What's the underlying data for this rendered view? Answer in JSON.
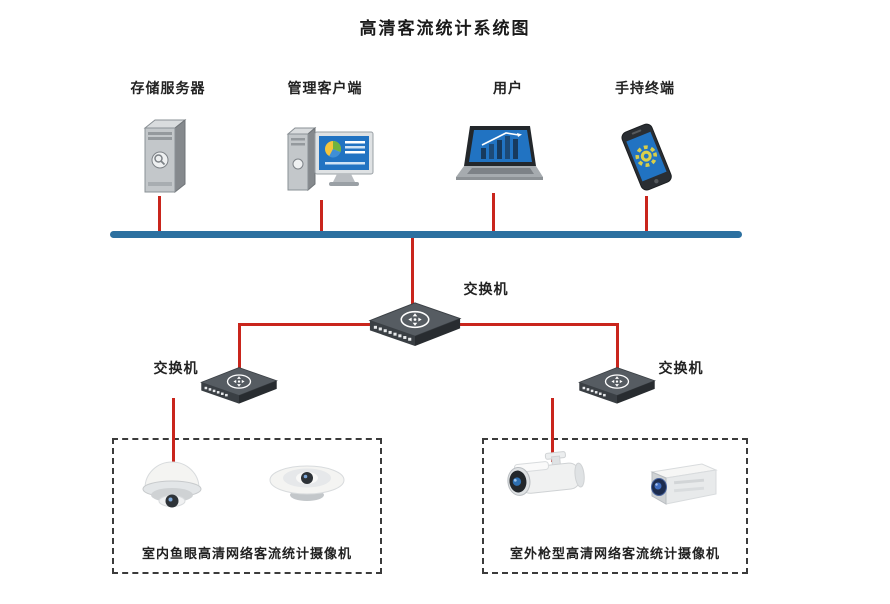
{
  "title": "高清客流统计系统图",
  "top_devices": [
    {
      "id": "storage-server",
      "label": "存储服务器",
      "icon": "server-tower-icon"
    },
    {
      "id": "management-client",
      "label": "管理客户端",
      "icon": "desktop-computer-icon"
    },
    {
      "id": "user",
      "label": "用户",
      "icon": "laptop-icon"
    },
    {
      "id": "handheld-terminal",
      "label": "手持终端",
      "icon": "smartphone-icon"
    }
  ],
  "switches": {
    "core": {
      "label": "交换机",
      "icon": "network-switch-icon"
    },
    "left": {
      "label": "交换机",
      "icon": "network-switch-icon"
    },
    "right": {
      "label": "交换机",
      "icon": "network-switch-icon"
    }
  },
  "camera_groups": {
    "indoor": {
      "label": "室内鱼眼高清网络客流统计摄像机",
      "icons": [
        "fisheye-dome-camera-icon",
        "fisheye-ceiling-camera-icon"
      ]
    },
    "outdoor": {
      "label": "室外枪型高清网络客流统计摄像机",
      "icons": [
        "bullet-camera-icon",
        "box-camera-icon"
      ]
    }
  },
  "colors": {
    "background": "#ffffff",
    "bus_line": "#2c70a0",
    "link_line": "#c9251c",
    "dashed_box_border": "#3b3b3b",
    "title_text": "#1a1a1a",
    "label_text": "#222222",
    "screen_blue": "#2173c2"
  }
}
